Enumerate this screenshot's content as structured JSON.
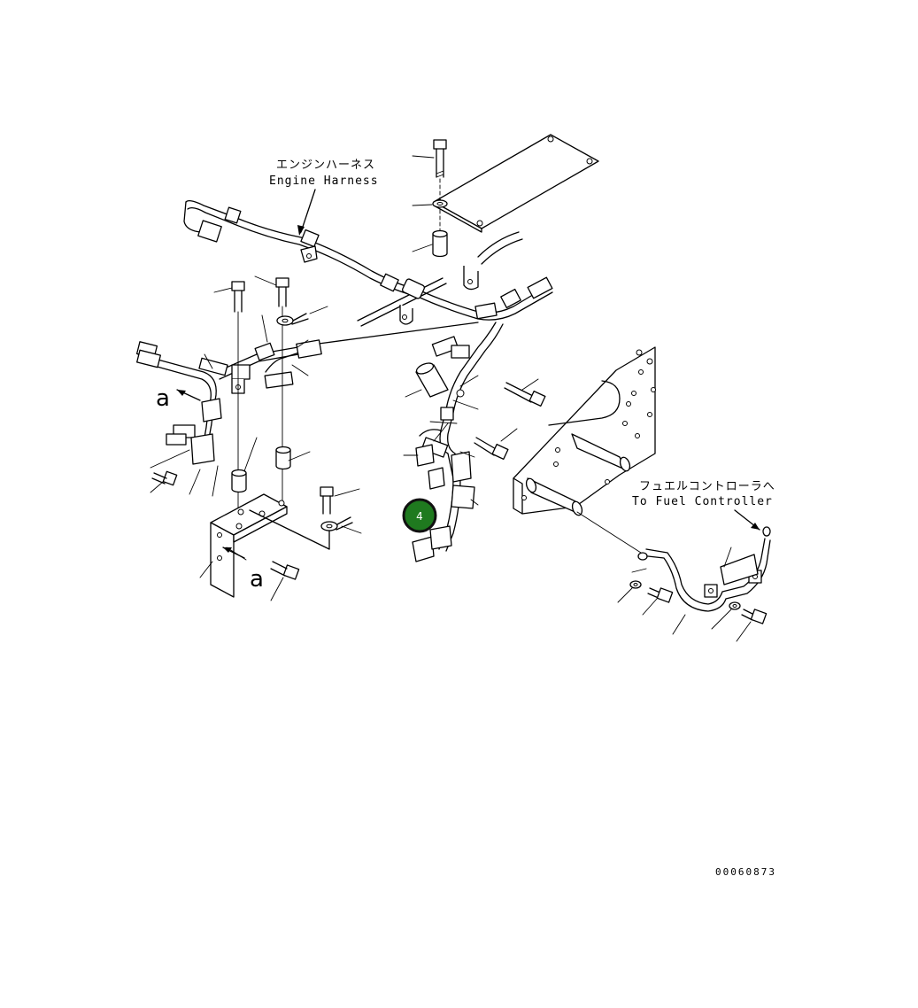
{
  "labels": {
    "engine_harness_jp": "エンジンハーネス",
    "engine_harness_en": "Engine Harness",
    "fuel_controller_jp": "フュエルコントローラへ",
    "fuel_controller_en": "To Fuel Controller",
    "view_a_left": "a",
    "view_a_bottom": "a",
    "drawing_number": "00060873"
  },
  "callout": {
    "number": "4",
    "color": "#1f7a1f"
  },
  "icons": {
    "bolt": "bolt-icon",
    "washer": "washer-icon",
    "spacer": "spacer-icon",
    "clamp": "clamp-icon",
    "connector": "connector-icon"
  }
}
